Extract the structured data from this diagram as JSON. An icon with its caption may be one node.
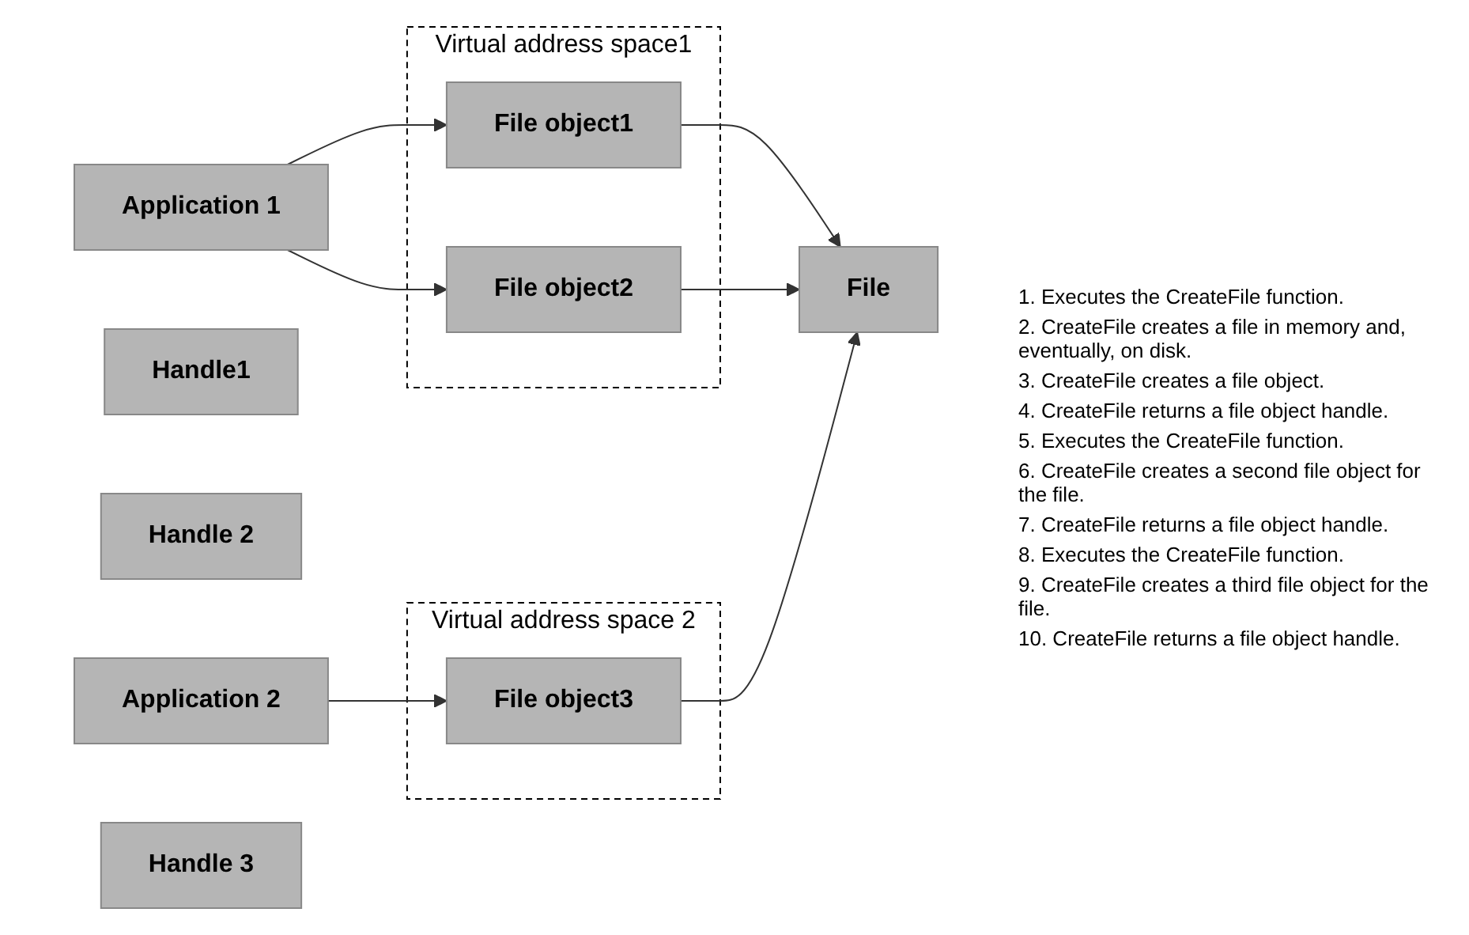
{
  "diagram": {
    "nodes": [
      {
        "text": [
          "Application 1"
        ]
      },
      {
        "text": [
          "Handle1"
        ]
      },
      {
        "text": [
          "Handle 2"
        ]
      },
      {
        "text": [
          "Virtual address space1"
        ]
      },
      {
        "text": [
          "File object1"
        ],
        "in": 3
      },
      {
        "text": [
          "File object2"
        ],
        "in": 3
      },
      {
        "text": [
          "File"
        ]
      },
      {
        "text": [
          "Application 2"
        ]
      },
      {
        "text": [
          "Handle 3"
        ]
      },
      {
        "text": [
          "Virtual address space 2"
        ]
      },
      {
        "text": [
          "File object3"
        ],
        "in": 9
      }
    ],
    "edges": [
      {
        "from": 0,
        "to": 4,
        "arrow": "to"
      },
      {
        "from": 0,
        "to": 5,
        "arrow": "to"
      },
      {
        "from": 4,
        "to": 6,
        "arrow": "to"
      },
      {
        "from": 5,
        "to": 6,
        "arrow": "to"
      },
      {
        "from": 7,
        "to": 10,
        "arrow": "to"
      },
      {
        "from": 10,
        "to": 6,
        "arrow": "to"
      }
    ],
    "labels": [
      "1. Executes the CreateFile function.",
      "2. CreateFile creates a file in memory and, eventually, on disk.",
      "3. CreateFile creates a file object.",
      "4. CreateFile returns a file object handle.",
      "5. Executes the CreateFile function.",
      "6. CreateFile creates a second file object for the file.",
      "7. CreateFile returns a file object handle.",
      "8. Executes the CreateFile function.",
      "9. CreateFile creates a third file object for the file.",
      "10. CreateFile returns a file object handle."
    ]
  }
}
